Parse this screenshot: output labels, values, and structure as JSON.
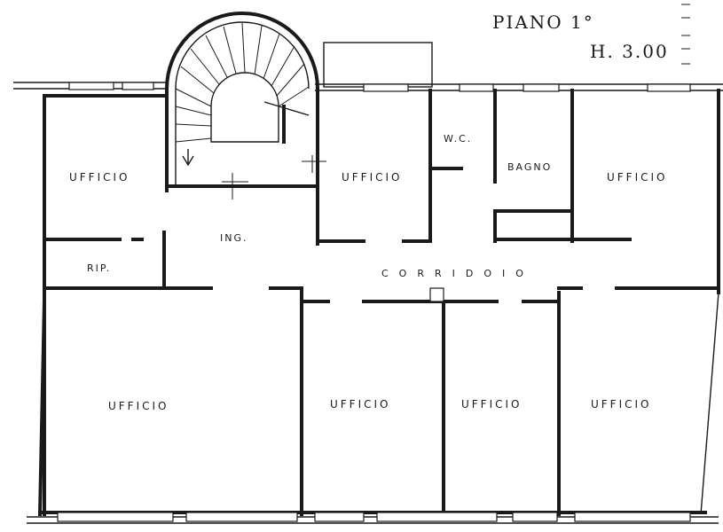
{
  "header": {
    "floor_label": "PIANO 1°",
    "height_label": "H. 3.00"
  },
  "rooms": {
    "ufficio_top_left": "UFFICIO",
    "ingresso": "ING.",
    "ripostiglio": "RIP.",
    "ufficio_top_center": "UFFICIO",
    "wc": "W.C.",
    "bagno": "BAGNO",
    "ufficio_top_right": "UFFICIO",
    "corridoio": "CORRIDOIO",
    "ufficio_bottom_left": "UFFICIO",
    "ufficio_bottom_2": "UFFICIO",
    "ufficio_bottom_3": "UFFICIO",
    "ufficio_bottom_right": "UFFICIO"
  }
}
